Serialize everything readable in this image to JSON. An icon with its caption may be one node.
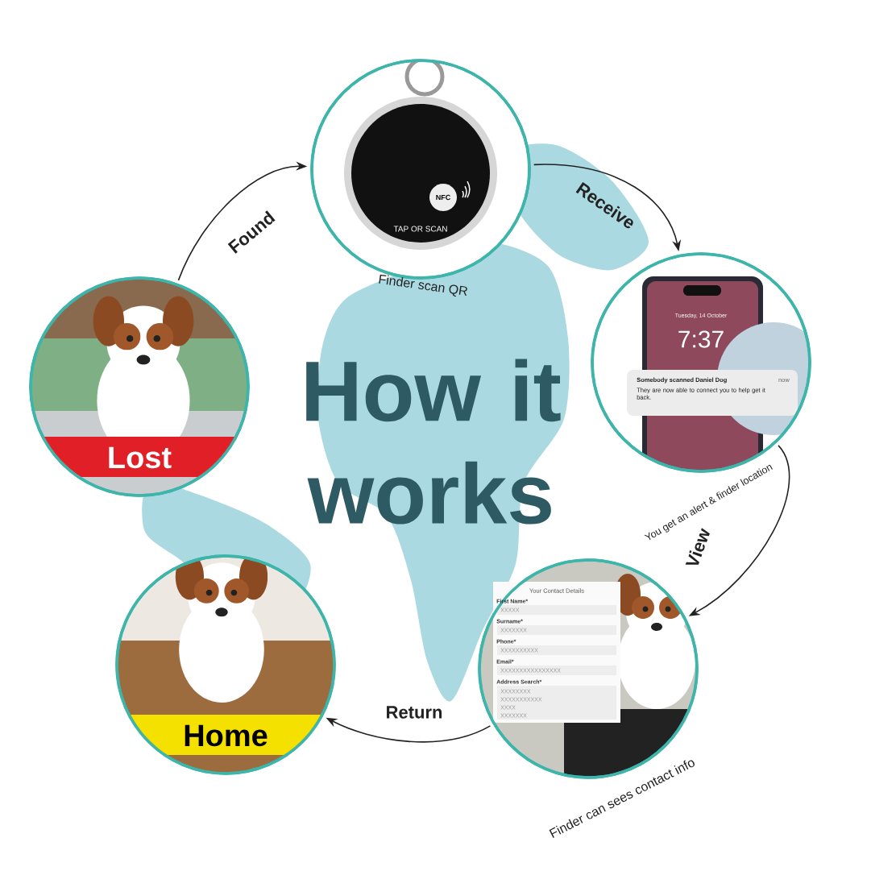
{
  "diagram": {
    "title": "How it works",
    "nodes": [
      {
        "text": [
          "Lost"
        ]
      },
      {
        "text": [],
        "shape": "picture",
        "beside": [
          "Finder scan QR"
        ]
      },
      {
        "text": [],
        "shape": "picture",
        "beside": [
          "You get an alert & finder location"
        ]
      },
      {
        "text": [],
        "shape": "picture",
        "beside": [
          "Finder can sees contact info"
        ]
      },
      {
        "text": [
          "Home"
        ]
      }
    ],
    "edges": [
      {
        "from": 0,
        "to": 1,
        "arrow": "to",
        "label": "Found"
      },
      {
        "from": 1,
        "to": 2,
        "arrow": "to",
        "label": "Receive"
      },
      {
        "from": 2,
        "to": 3,
        "arrow": "to",
        "label": "View"
      },
      {
        "from": 3,
        "to": 4,
        "arrow": "to",
        "label": "Return"
      }
    ],
    "labels": [
      "NFC",
      "TAP OR SCAN",
      "Tuesday, 14 October",
      "7:37",
      "Somebody scanned Daniel Dog",
      "now",
      "They are now able to connect you to help get it back.",
      "Your Contact Details",
      "First Name*",
      "XXXXX",
      "Surname*",
      "XXXXXXX",
      "Phone*",
      "XXXXXXXXXX",
      "Email*",
      "XXXXXXXXXXXXXXXX",
      "Address Search*",
      "XXXXXXXX",
      "XXXXXXXXXXX",
      "XXXX",
      "XXXXXXX"
    ]
  }
}
